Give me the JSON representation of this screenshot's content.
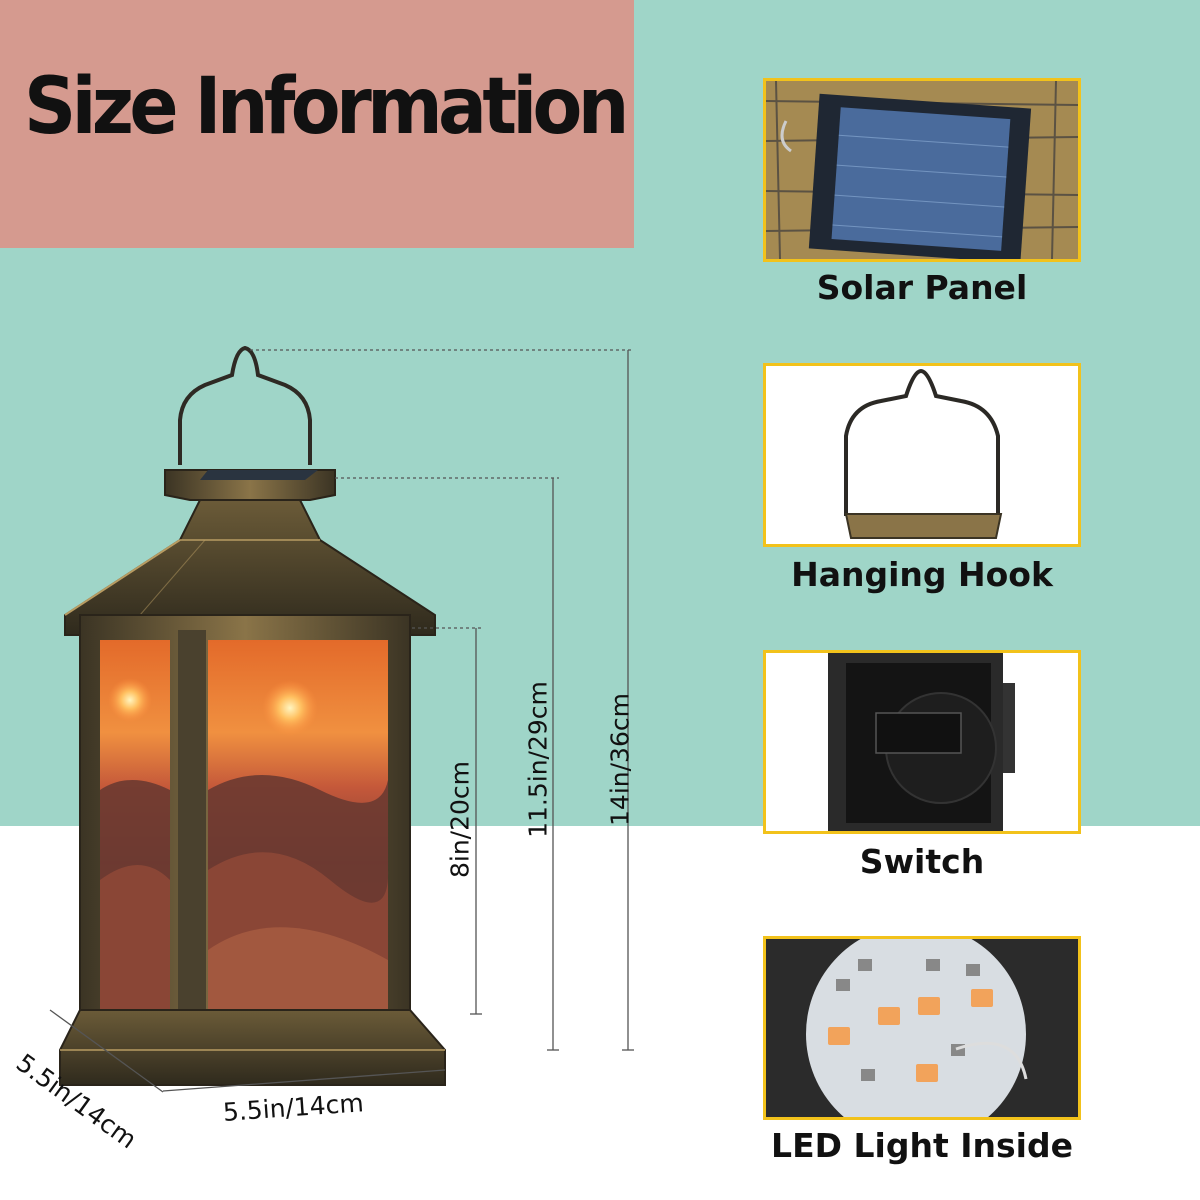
{
  "title": "Size Information",
  "dimensions": {
    "total_height": "14in/36cm",
    "body_height": "11.5in/29cm",
    "panel_height": "8in/20cm",
    "width": "5.5in/14cm",
    "depth": "5.5in/14cm"
  },
  "features": [
    {
      "label": "Solar Panel",
      "icon": "solar-panel-photo"
    },
    {
      "label": "Hanging Hook",
      "icon": "hanging-hook-photo"
    },
    {
      "label": "Switch",
      "icon": "switch-photo"
    },
    {
      "label": "LED Light Inside",
      "icon": "led-board-photo"
    }
  ],
  "colors": {
    "teal_background": "#9fd5c8",
    "title_block": "#d59a8f",
    "thumb_border": "#f2c21b",
    "bronze": "#8a7448"
  }
}
